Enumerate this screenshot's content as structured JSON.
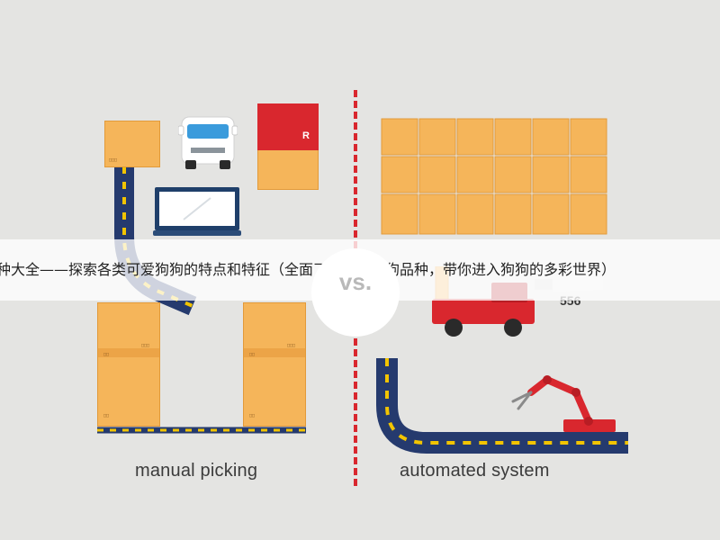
{
  "banner": {
    "text": "种大全——探索各类可爱狗狗的特点和特征（全面了解不同狗狗品种，带你进入狗狗的多彩世界）"
  },
  "vs": {
    "label": "vs."
  },
  "captions": {
    "left": "manual picking",
    "right": "automated system"
  },
  "sign": {
    "label": "556"
  },
  "poster": {
    "letter": "R"
  },
  "colors": {
    "background": "#e4e4e2",
    "box": "#f5b55a",
    "track": "#253a6e",
    "track_dash": "#f2c400",
    "divider": "#d9272e",
    "robot": "#d9272e"
  },
  "icons": [
    "delivery-truck-icon",
    "laptop-icon",
    "forklift-robot-icon",
    "robotic-arm-icon",
    "conveyor-belt-icon"
  ]
}
